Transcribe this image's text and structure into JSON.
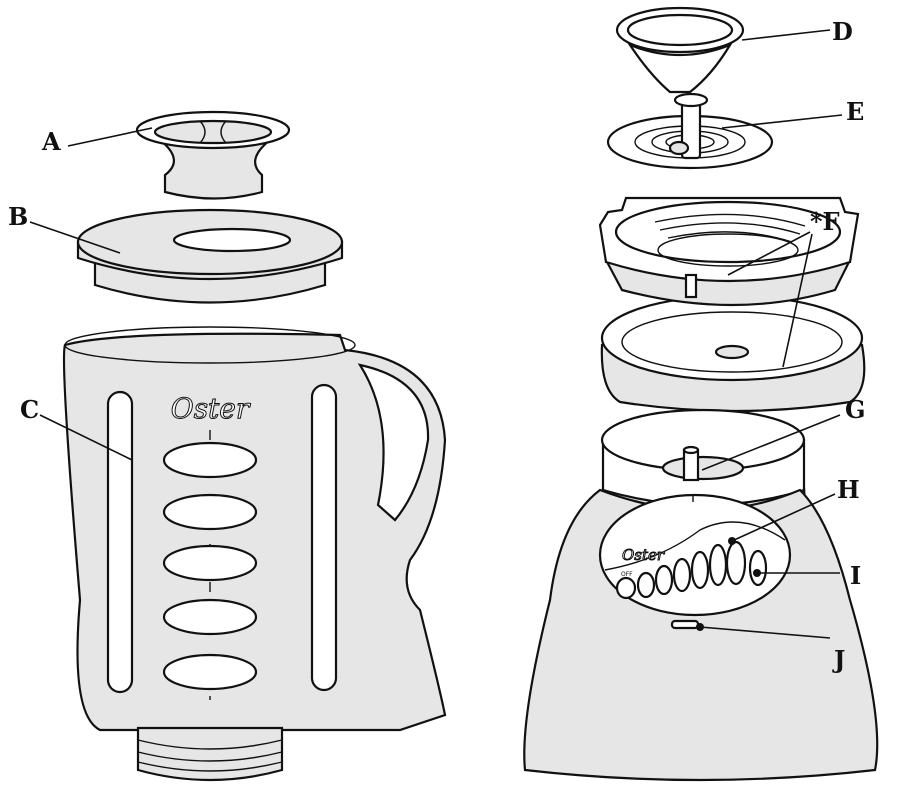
{
  "labels": {
    "a": "A",
    "b": "B",
    "c": "C",
    "d": "D",
    "e": "E",
    "f": "*F",
    "g": "G",
    "h": "H",
    "i": "I",
    "j": "J"
  },
  "jar_logo": "Oster",
  "panel_logo": "Oster",
  "panel_off": "OFF",
  "colors": {
    "line": "#111111",
    "part_fill": "#e6e6e6"
  }
}
